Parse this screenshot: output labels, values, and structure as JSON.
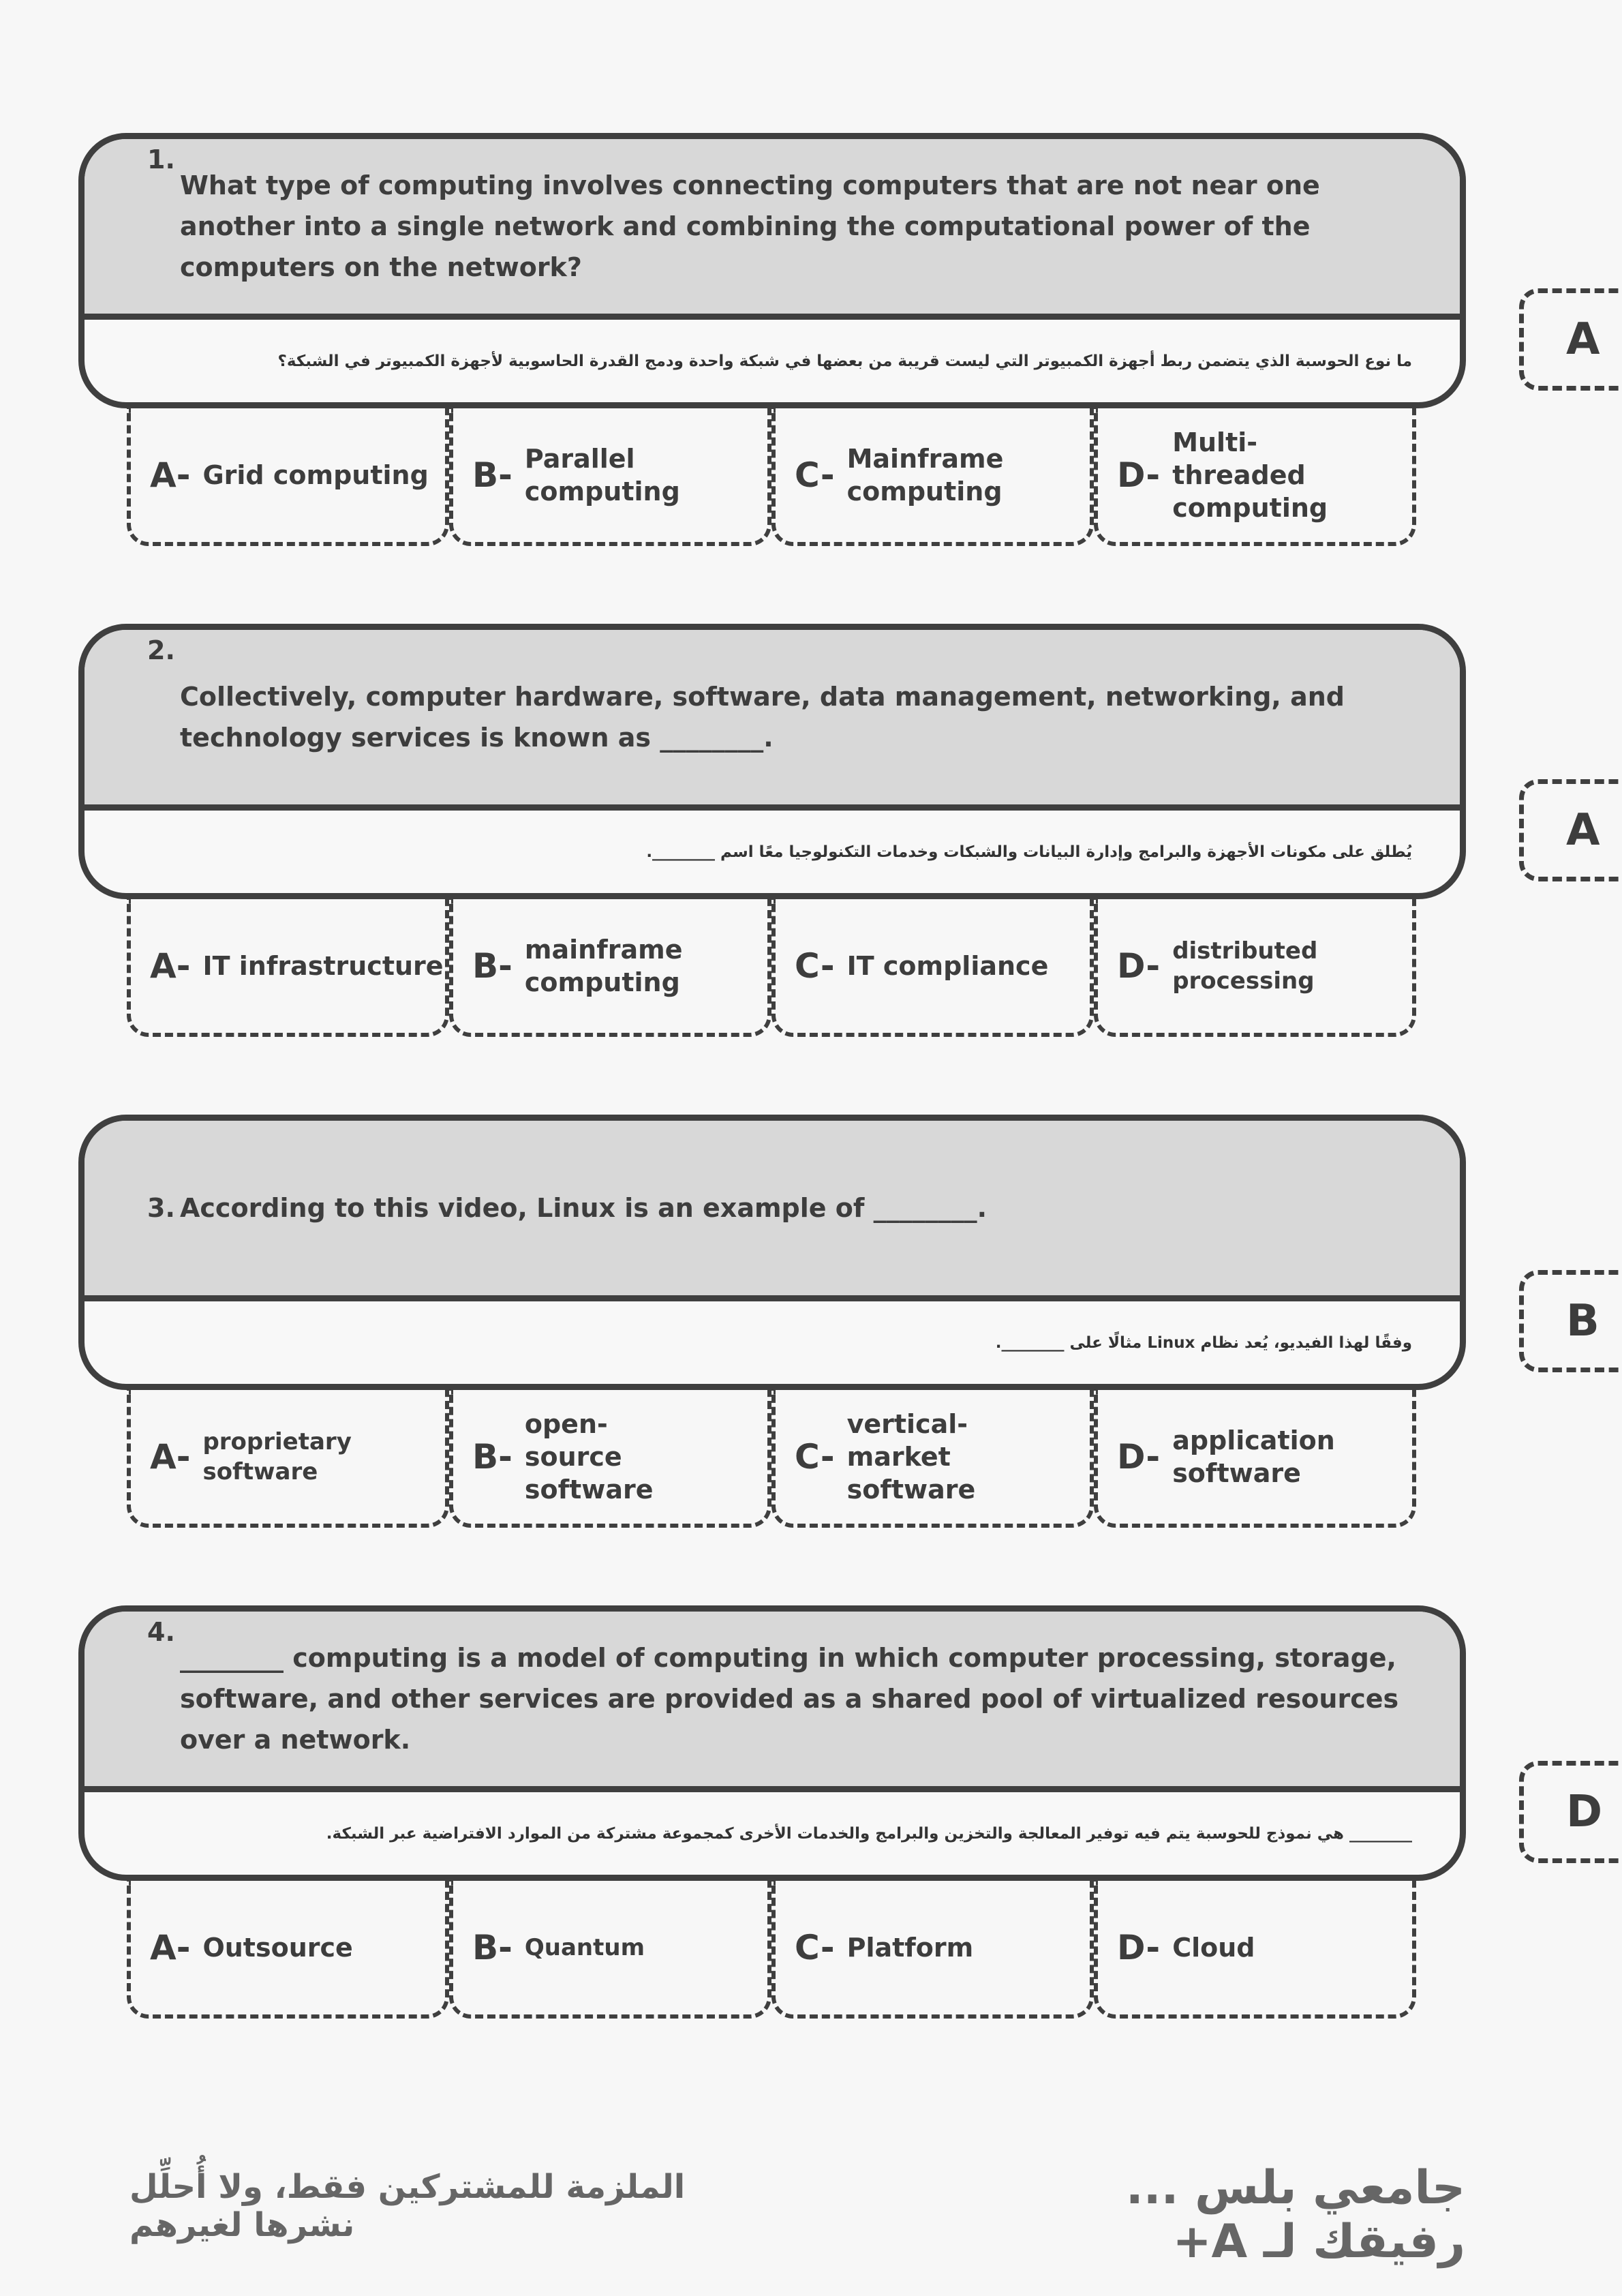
{
  "questions": [
    {
      "number": "1.",
      "text": "What type of computing involves connecting computers that are not near one another into a single network and combining the computational power of the computers on the network?",
      "arabic": "ما نوع الحوسبة الذي يتضمن ربط أجهزة الكمبيوتر التي ليست قريبة من بعضها في شبكة واحدة ودمج القدرة الحاسوبية لأجهزة الكمبيوتر في الشبكة؟",
      "options": [
        {
          "letter": "A-",
          "text": "Grid computing"
        },
        {
          "letter": "B-",
          "text": "Parallel computing"
        },
        {
          "letter": "C-",
          "text": "Mainframe computing"
        },
        {
          "letter": "D-",
          "text": "Multi-threaded computing"
        }
      ],
      "answer": "A"
    },
    {
      "number": "2.",
      "text": "Collectively, computer hardware, software, data management, networking, and technology services is known as ________.",
      "arabic": "يُطلق على مكونات الأجهزة والبرامج وإدارة البيانات والشبكات وخدمات التكنولوجيا معًا اسم ________.",
      "options": [
        {
          "letter": "A-",
          "text": "IT infrastructure"
        },
        {
          "letter": "B-",
          "text": "mainframe computing"
        },
        {
          "letter": "C-",
          "text": "IT compliance"
        },
        {
          "letter": "D-",
          "text": "distributed processing"
        }
      ],
      "answer": "A"
    },
    {
      "number": "3.",
      "text": "According to this video, Linux is an example of ________.",
      "arabic": "وفقًا لهذا الفيديو، يُعد نظام Linux مثالًا على ________.",
      "options": [
        {
          "letter": "A-",
          "text": "proprietary software"
        },
        {
          "letter": "B-",
          "text": "open-source software"
        },
        {
          "letter": "C-",
          "text": "vertical-market software"
        },
        {
          "letter": "D-",
          "text": "application software"
        }
      ],
      "answer": "B"
    },
    {
      "number": "4.",
      "text": "________ computing is a model of computing in which computer processing, storage, software, and other services are provided as a shared pool of virtualized resources over a network.",
      "arabic": "________ هي نموذج للحوسبة يتم فيه توفير المعالجة والتخزين والبرامج والخدمات الأخرى كمجموعة مشتركة من الموارد الافتراضية عبر الشبكة.",
      "options": [
        {
          "letter": "A-",
          "text": "Outsource"
        },
        {
          "letter": "B-",
          "text": "Quantum"
        },
        {
          "letter": "C-",
          "text": "Platform"
        },
        {
          "letter": "D-",
          "text": "Cloud"
        }
      ],
      "answer": "D"
    }
  ],
  "footer": {
    "left": "الملزمة للمشتركين فقط، ولا أُحلِّل نشرها لغيرهم",
    "right": "جامعي بلس ... رفيقك لـ A+"
  }
}
